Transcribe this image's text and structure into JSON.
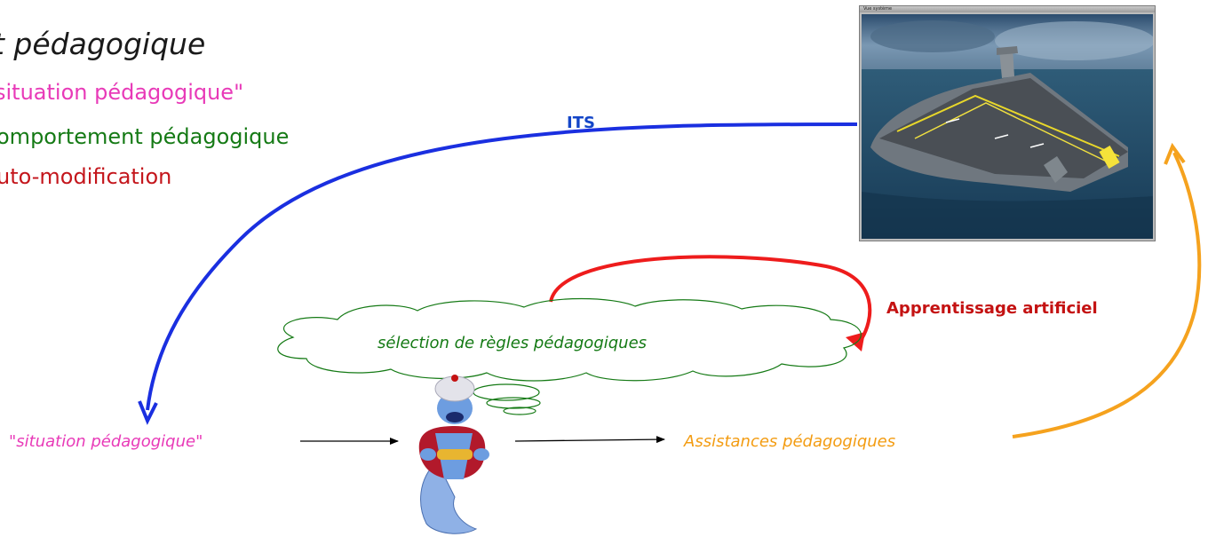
{
  "slide": {
    "title": "t pédagogique",
    "bullets": [
      {
        "text": "situation pédagogique\"",
        "color": "#e83ab8"
      },
      {
        "text": "omportement pédagogique",
        "color": "#157a15"
      },
      {
        "text": "uto-modification",
        "color": "#c4161c"
      }
    ]
  },
  "diagram": {
    "its_label": "ITS",
    "learning_label": "Apprentissage artificiel",
    "thought_bubble": "sélection de règles pédagogiques",
    "input_label": "\"situation pédagogique\"",
    "output_label": "Assistances pédagogiques",
    "colors": {
      "its_arrow": "#1a2fe0",
      "learning_arrow": "#ee1c1c",
      "output_arrow": "#f5a21e",
      "flow_arrow": "#000000"
    }
  },
  "simulator": {
    "window_title": "Vue système",
    "scene": "aircraft-carrier-at-sea"
  },
  "character": {
    "name": "genie"
  }
}
